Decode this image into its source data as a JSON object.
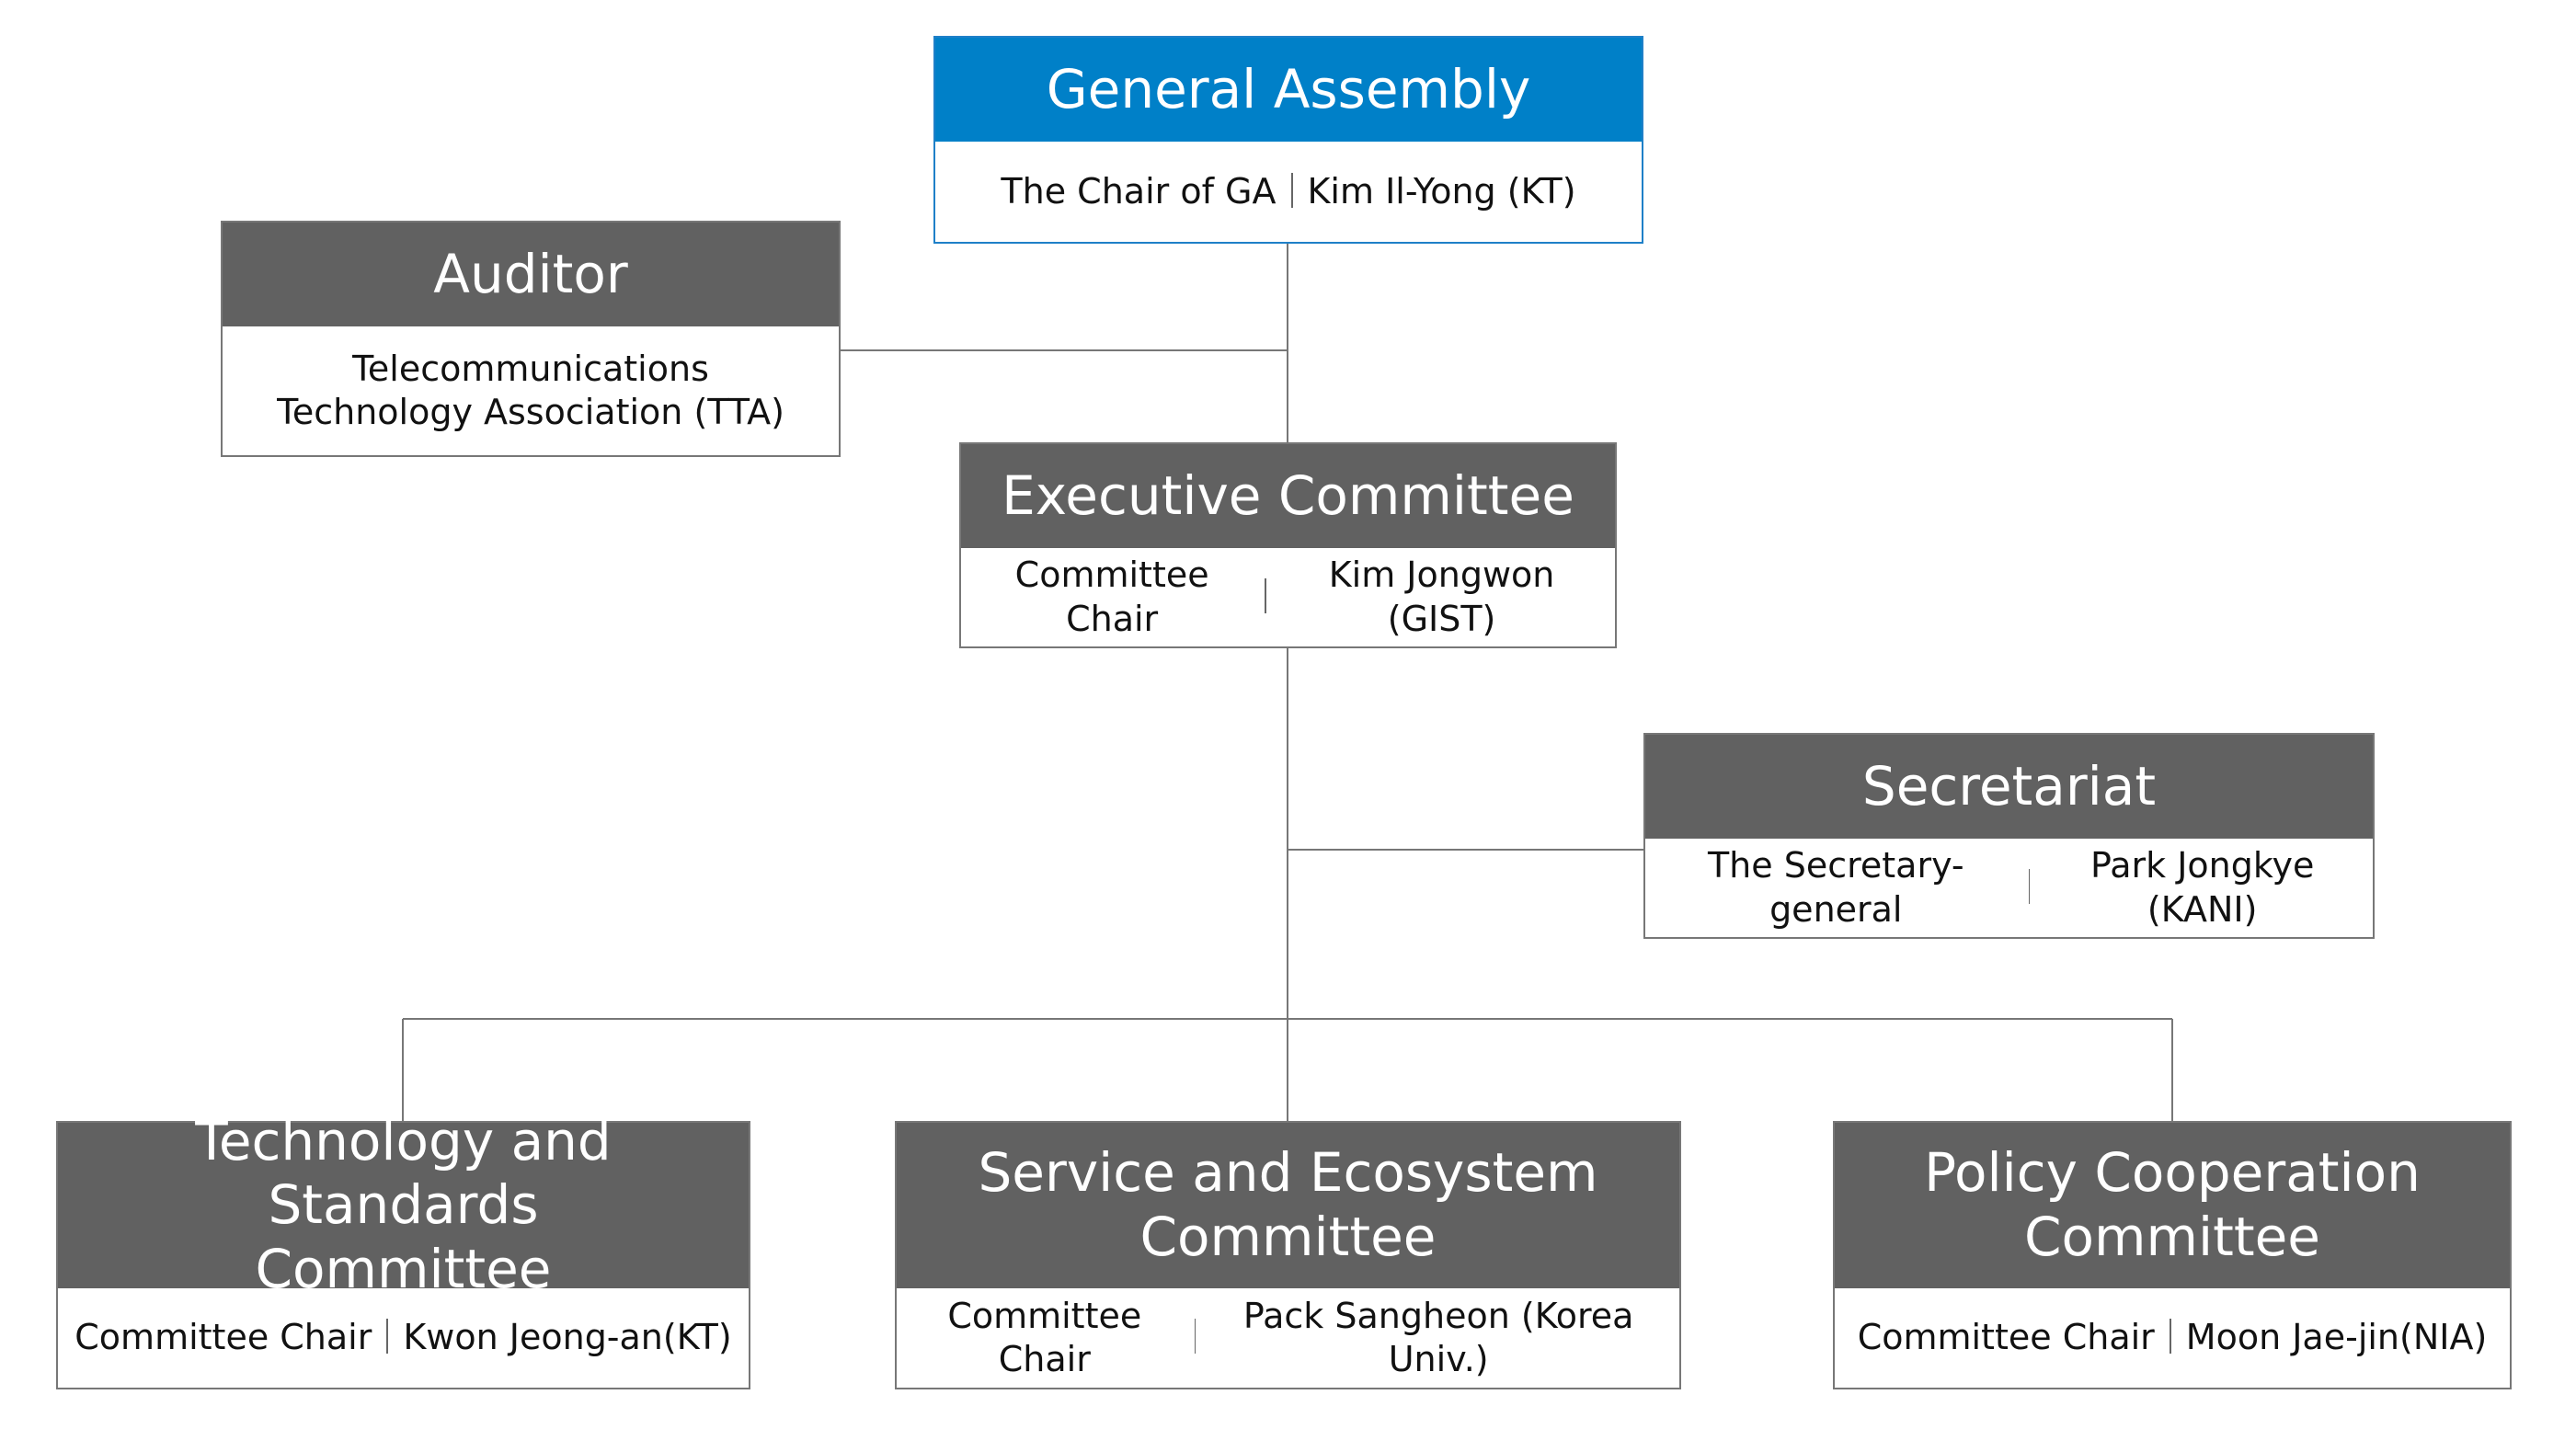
{
  "nodes": {
    "general_assembly": {
      "title": "General Assembly",
      "role": "The Chair of GA",
      "person": "Kim Il-Yong (KT)",
      "color": "#0080C8"
    },
    "auditor": {
      "title": "Auditor",
      "line1": "Telecommunications",
      "line2": "Technology Association (TTA)"
    },
    "executive": {
      "title": "Executive Committee",
      "role": "Committee Chair",
      "person": "Kim Jongwon (GIST)"
    },
    "secretariat": {
      "title": "Secretariat",
      "role": "The Secretary-general",
      "person": "Park Jongkye (KANI)"
    },
    "technology": {
      "title_line1": "Technology and Standards",
      "title_line2": "Committee",
      "role": "Committee Chair",
      "person": "Kwon Jeong-an(KT)"
    },
    "service": {
      "title_line1": "Service and Ecosystem",
      "title_line2": "Committee",
      "role": "Committee Chair",
      "person": "Pack Sangheon (Korea Univ.)"
    },
    "policy": {
      "title_line1": "Policy Cooperation",
      "title_line2": "Committee",
      "role": "Committee Chair",
      "person": "Moon Jae-jin(NIA)"
    }
  },
  "colors": {
    "header_dark": "#616161",
    "header_primary": "#0080C8",
    "connector": "#777777"
  }
}
